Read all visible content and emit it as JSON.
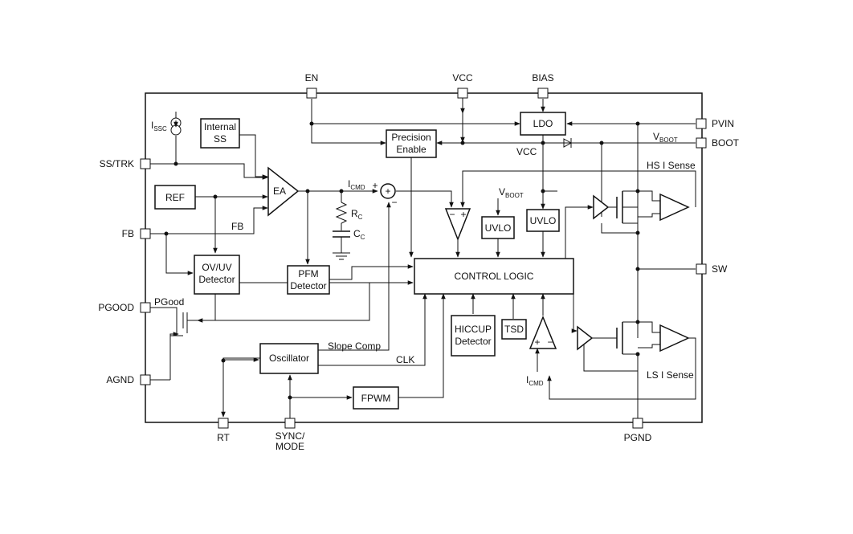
{
  "pins": {
    "en": "EN",
    "vcc": "VCC",
    "bias": "BIAS",
    "pvin": "PVIN",
    "boot": "BOOT",
    "ss_trk": "SS/TRK",
    "fb": "FB",
    "pgood": "PGOOD",
    "agnd": "AGND",
    "sw": "SW",
    "rt": "RT",
    "sync_line1": "SYNC/",
    "sync_line2": "MODE",
    "pgnd": "PGND"
  },
  "blocks": {
    "internal_ss_line1": "Internal",
    "internal_ss_line2": "SS",
    "ref": "REF",
    "ea": "EA",
    "precision_enable_line1": "Precision",
    "precision_enable_line2": "Enable",
    "ldo": "LDO",
    "uvlo_bias": "UVLO",
    "uvlo_vcc": "UVLO",
    "ovuv_line1": "OV/UV",
    "ovuv_line2": "Detector",
    "pfm_line1": "PFM",
    "pfm_line2": "Detector",
    "control_logic": "CONTROL LOGIC",
    "hiccup_line1": "HICCUP",
    "hiccup_line2": "Detector",
    "tsd": "TSD",
    "oscillator": "Oscillator",
    "fpwm": "FPWM"
  },
  "labels": {
    "issc": "I",
    "issc_sub": "SSC",
    "icmd": "I",
    "icmd_sub": "CMD",
    "icmd2": "I",
    "icmd2_sub": "CMD",
    "rc": "R",
    "rc_sub": "C",
    "cc": "C",
    "cc_sub": "C",
    "vboot1": "V",
    "vboot1_sub": "BOOT",
    "vboot2": "V",
    "vboot2_sub": "BOOT",
    "fb_net": "FB",
    "vcc_net": "VCC",
    "hs_sense": "HS I Sense",
    "ls_sense": "LS I Sense",
    "pgood_net": "PGood",
    "slope_comp": "Slope Comp",
    "clk": "CLK",
    "plus1": "+",
    "minus1": "−",
    "plus2": "+",
    "minus2": "−",
    "plus3": "+",
    "minus3": "−"
  }
}
